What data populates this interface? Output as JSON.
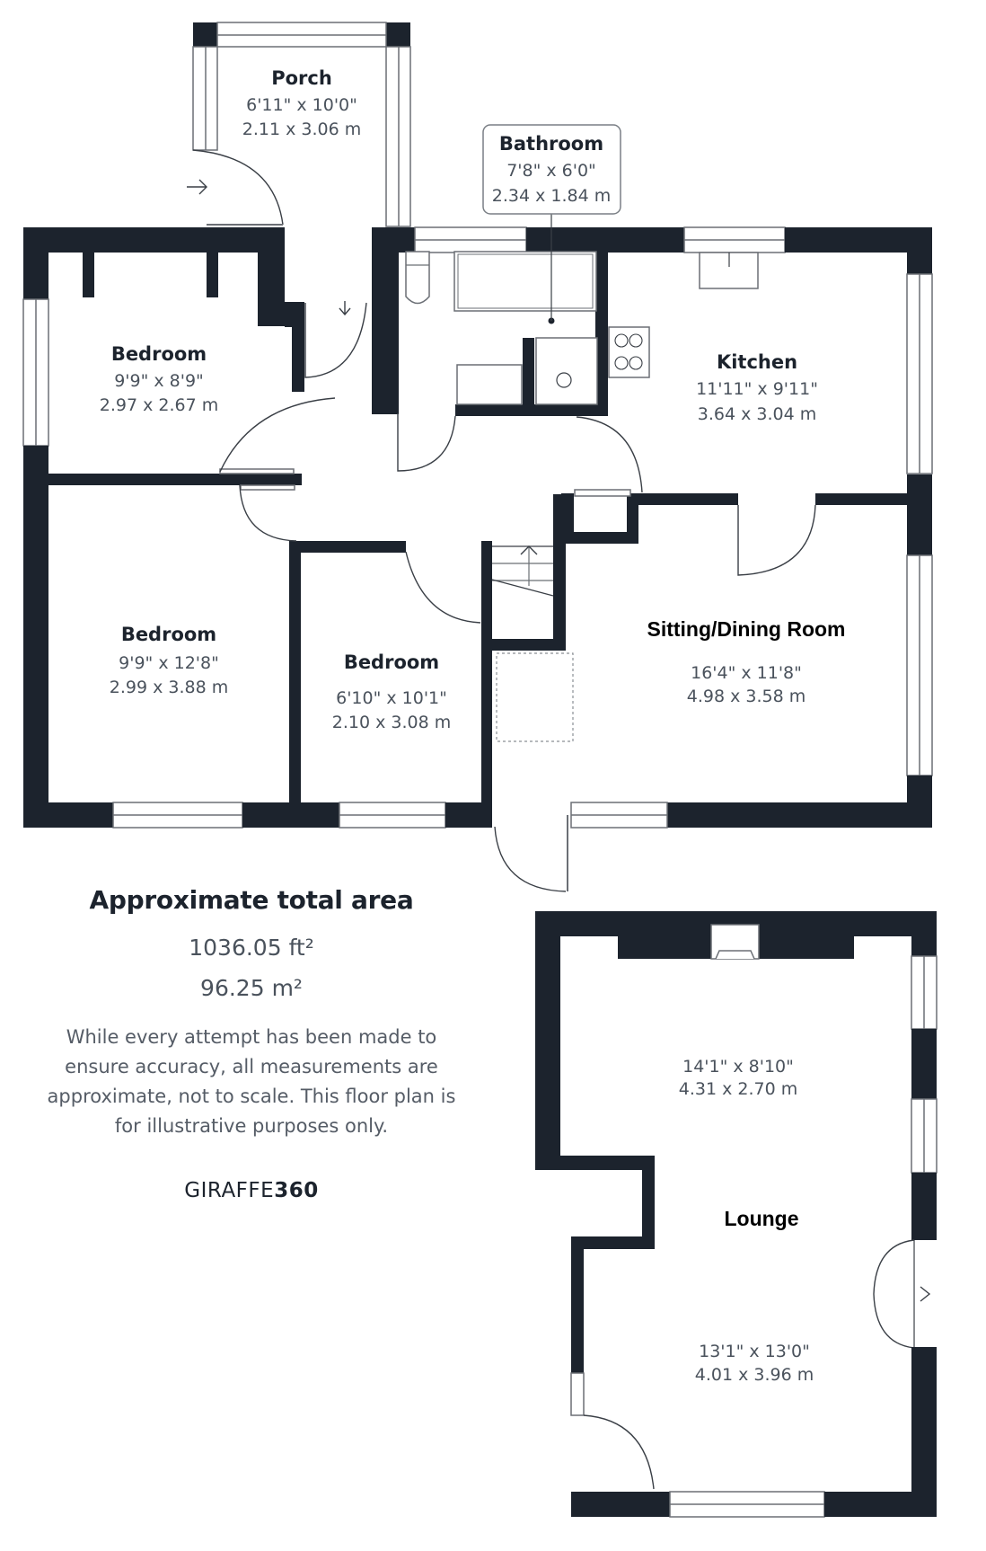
{
  "plan": {
    "rooms": [
      {
        "id": "porch",
        "name": "Porch",
        "imperial": "6'11\" x 10'0\"",
        "metric": "2.11 x 3.06 m"
      },
      {
        "id": "bathroom",
        "name": "Bathroom",
        "imperial": "7'8\" x 6'0\"",
        "metric": "2.34 x 1.84 m"
      },
      {
        "id": "bedroom1",
        "name": "Bedroom",
        "imperial": "9'9\" x 8'9\"",
        "metric": "2.97 x 2.67 m"
      },
      {
        "id": "kitchen",
        "name": "Kitchen",
        "imperial": "11'11\" x 9'11\"",
        "metric": "3.64 x 3.04 m"
      },
      {
        "id": "bedroom2",
        "name": "Bedroom",
        "imperial": "9'9\" x 12'8\"",
        "metric": "2.99 x 3.88 m"
      },
      {
        "id": "bedroom3",
        "name": "Bedroom",
        "imperial": "6'10\" x 10'1\"",
        "metric": "2.10 x 3.08 m"
      },
      {
        "id": "sitting",
        "name": "Sitting/Dining Room",
        "imperial": "16'4\" x 11'8\"",
        "metric": "4.98 x 3.58 m"
      },
      {
        "id": "lounge",
        "name": "Lounge",
        "imperial_a": "14'1\" x 8'10\"",
        "metric_a": "4.31 x 2.70 m",
        "imperial_b": "13'1\" x 13'0\"",
        "metric_b": "4.01 x 3.96 m"
      }
    ]
  },
  "summary": {
    "title": "Approximate total area",
    "area_ft": "1036.05 ft²",
    "area_m": "96.25 m²",
    "disclaimer": "While every attempt has been made to ensure accuracy, all measurements are approximate, not to scale. This floor plan is for illustrative purposes only.",
    "brand_light": "GIRAFFE",
    "brand_bold": "360"
  },
  "colors": {
    "wall": "#1c232d",
    "text": "#4a525c"
  }
}
